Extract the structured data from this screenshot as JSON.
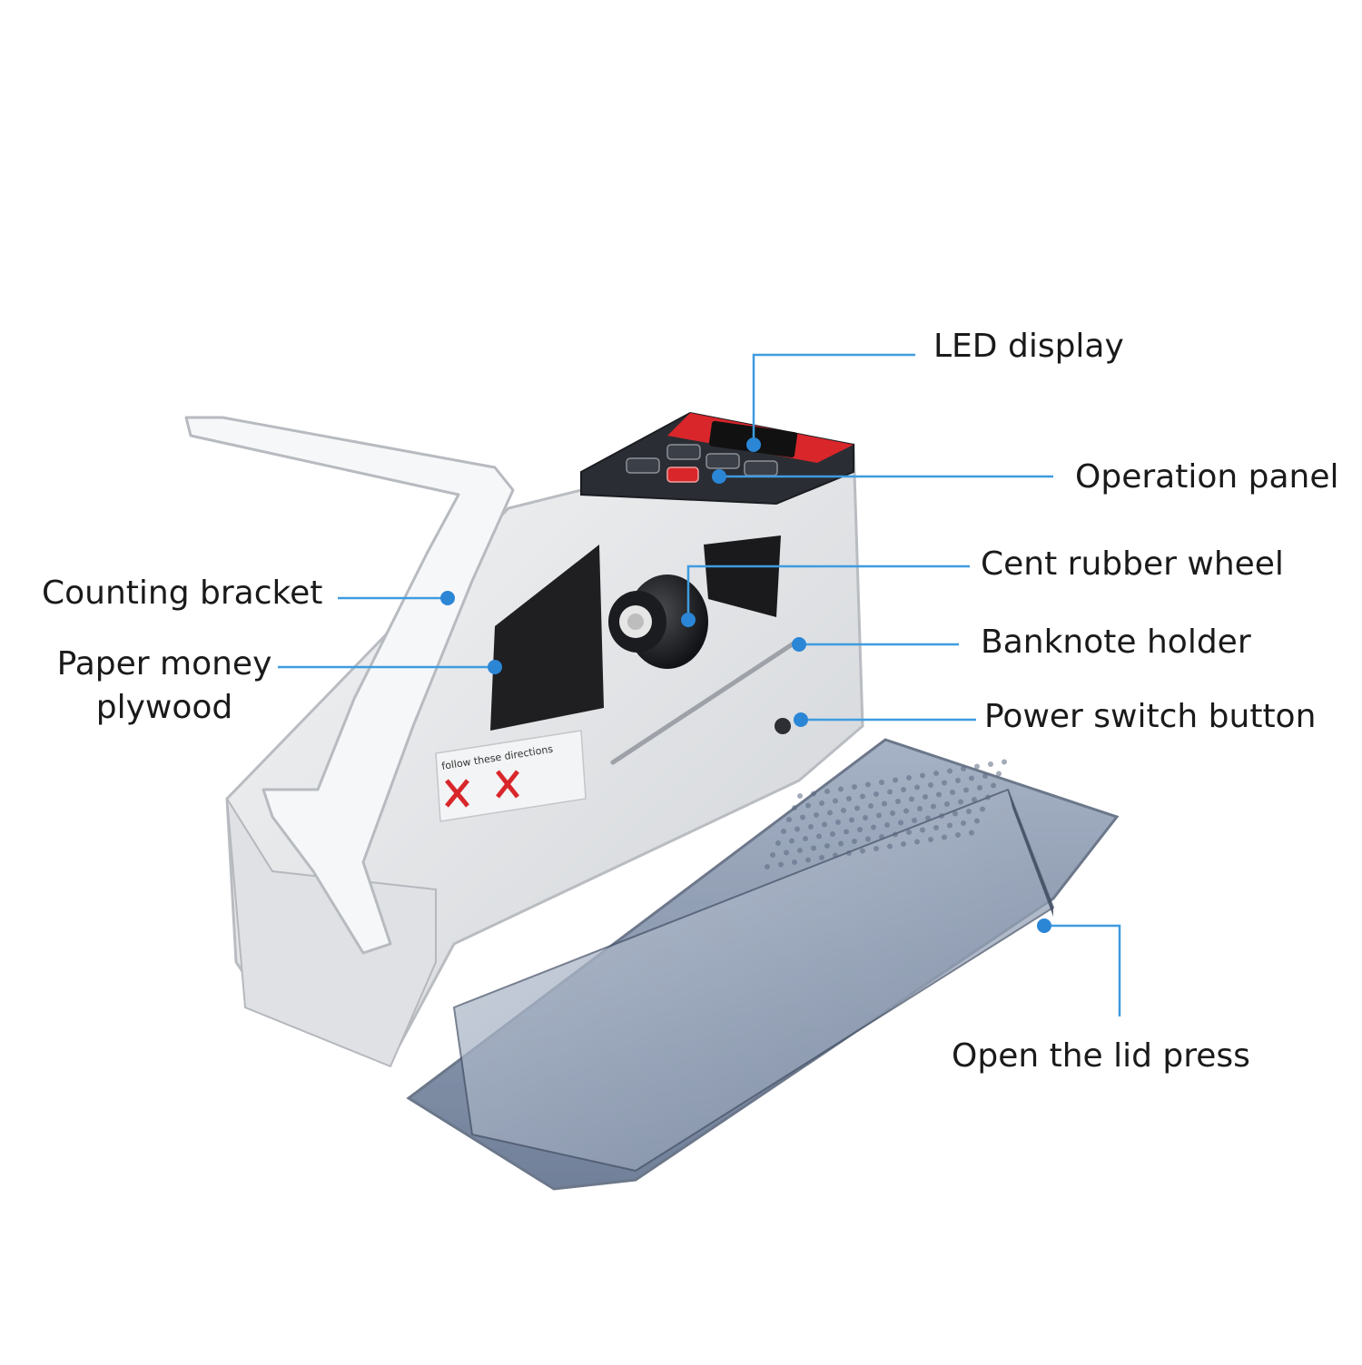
{
  "callouts": {
    "led_display": "LED display",
    "operation_panel": "Operation panel",
    "cent_rubber_wheel": "Cent rubber wheel",
    "banknote_holder": "Banknote holder",
    "power_switch_button": "Power switch button",
    "open_lid_press": "Open the lid press",
    "counting_bracket": "Counting bracket",
    "paper_money_plywood_line1": "Paper money",
    "paper_money_plywood_line2": "plywood"
  },
  "sticker": {
    "text": "follow these directions"
  },
  "colors": {
    "callout_line": "#3f9be0",
    "callout_dot": "#2b86d6",
    "body_plastic": "#e9eaec",
    "display_red": "#d8262b",
    "panel_dark": "#2a2d33",
    "tray_blue": "#6e7f9a"
  }
}
